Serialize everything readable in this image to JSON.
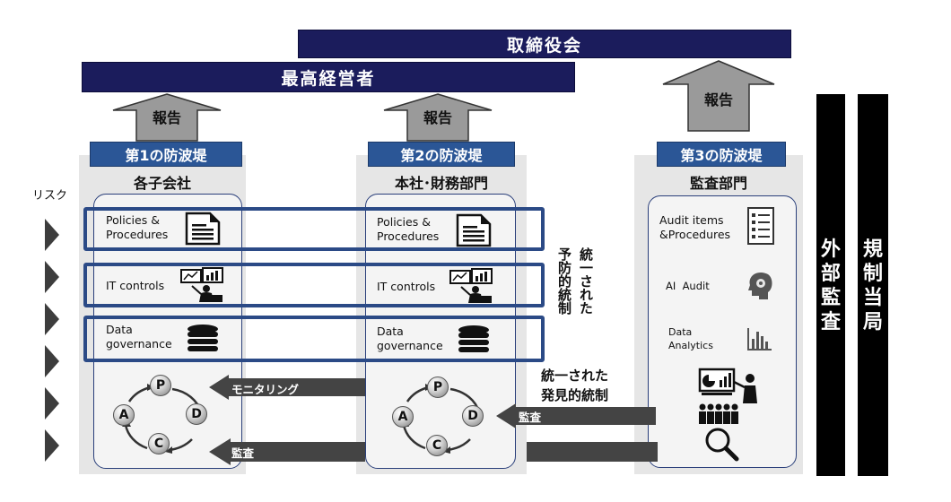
{
  "governance": {
    "board": "取締役会",
    "top_management": "最高経営者",
    "report_label": "報告"
  },
  "risk_label": "リスク",
  "lines": [
    {
      "label": "第1の防波堤",
      "title": "各子会社",
      "items": [
        "Policies &\nProcedures",
        "IT controls",
        "Data\ngovernance"
      ],
      "pdca": [
        "P",
        "D",
        "C",
        "A"
      ]
    },
    {
      "label": "第2の防波堤",
      "title": "本社･財務部門",
      "items": [
        "Policies &\nProcedures",
        "IT controls",
        "Data\ngovernance"
      ],
      "pdca": [
        "P",
        "D",
        "C",
        "A"
      ]
    },
    {
      "label": "第3の防波堤",
      "title": "監査部門",
      "items": [
        "Audit items\n&Procedures",
        "AI  Audit",
        "Data\nAnalytics"
      ]
    }
  ],
  "unified_preventive": [
    "統一された",
    "予防的統制"
  ],
  "unified_detective": [
    "統一された",
    "発見的統制"
  ],
  "arrows": {
    "monitoring": "モニタリング",
    "audit": "監査"
  },
  "external_audit": "外部監査",
  "regulator": "規制当局",
  "colors": {
    "banner": "#1b1c5c",
    "defense_label": "#2b5696",
    "band_border": "#2b4a86",
    "panel_bg": "#e6e6e6"
  },
  "icons": [
    "document-icon",
    "dashboard-presenter-icon",
    "database-icon",
    "checklist-icon",
    "ai-brain-icon",
    "bar-chart-icon",
    "presentation-icon",
    "team-icon",
    "magnifier-icon"
  ]
}
